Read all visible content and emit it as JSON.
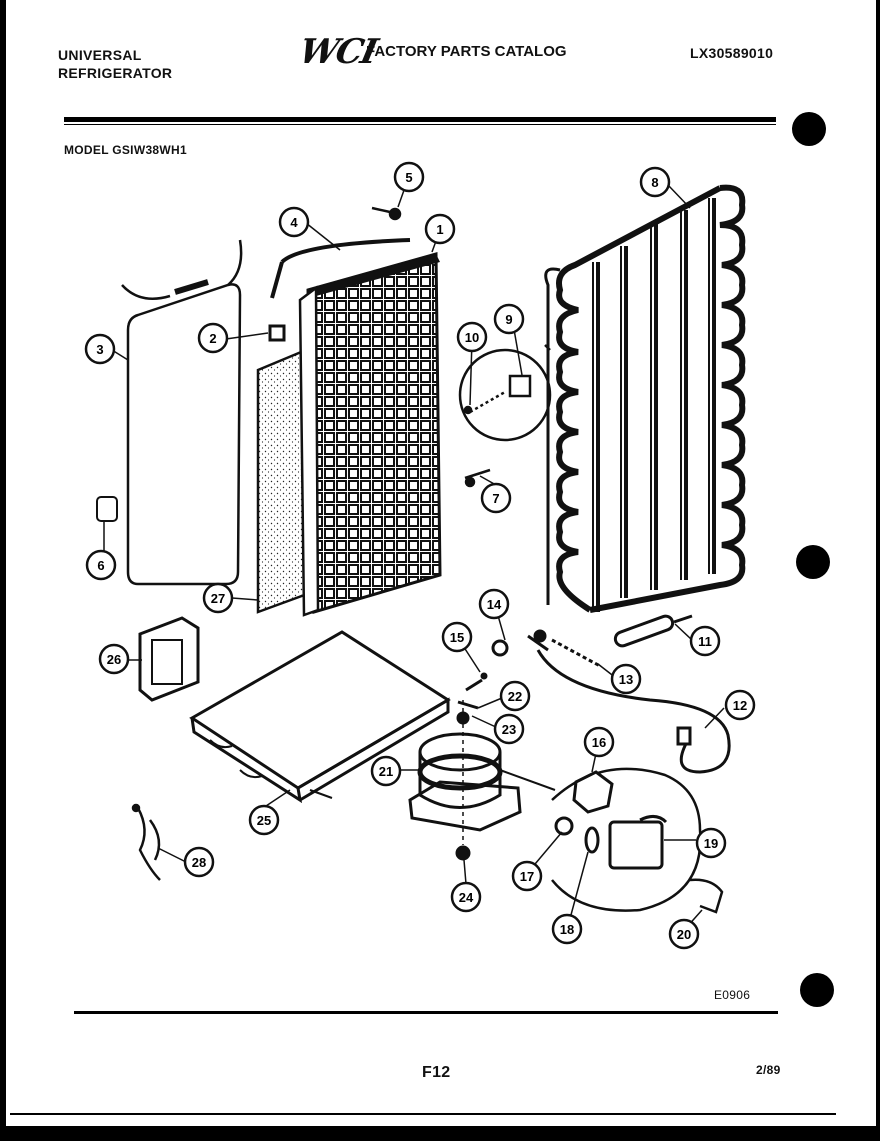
{
  "header": {
    "brand_line1": "UNIVERSAL",
    "brand_line2": "REFRIGERATOR",
    "logo_text": "WCI",
    "catalog_title": "FACTORY PARTS CATALOG",
    "catalog_number": "LX30589010",
    "model": "MODEL GSIW38WH1"
  },
  "diagram": {
    "callouts": [
      "1",
      "2",
      "3",
      "4",
      "5",
      "6",
      "7",
      "8",
      "9",
      "10",
      "11",
      "12",
      "13",
      "14",
      "15",
      "16",
      "17",
      "18",
      "19",
      "20",
      "21",
      "22",
      "23",
      "24",
      "25",
      "26",
      "27",
      "28"
    ]
  },
  "footer": {
    "diagram_code": "E0906",
    "page_number": "F12",
    "date": "2/89"
  }
}
